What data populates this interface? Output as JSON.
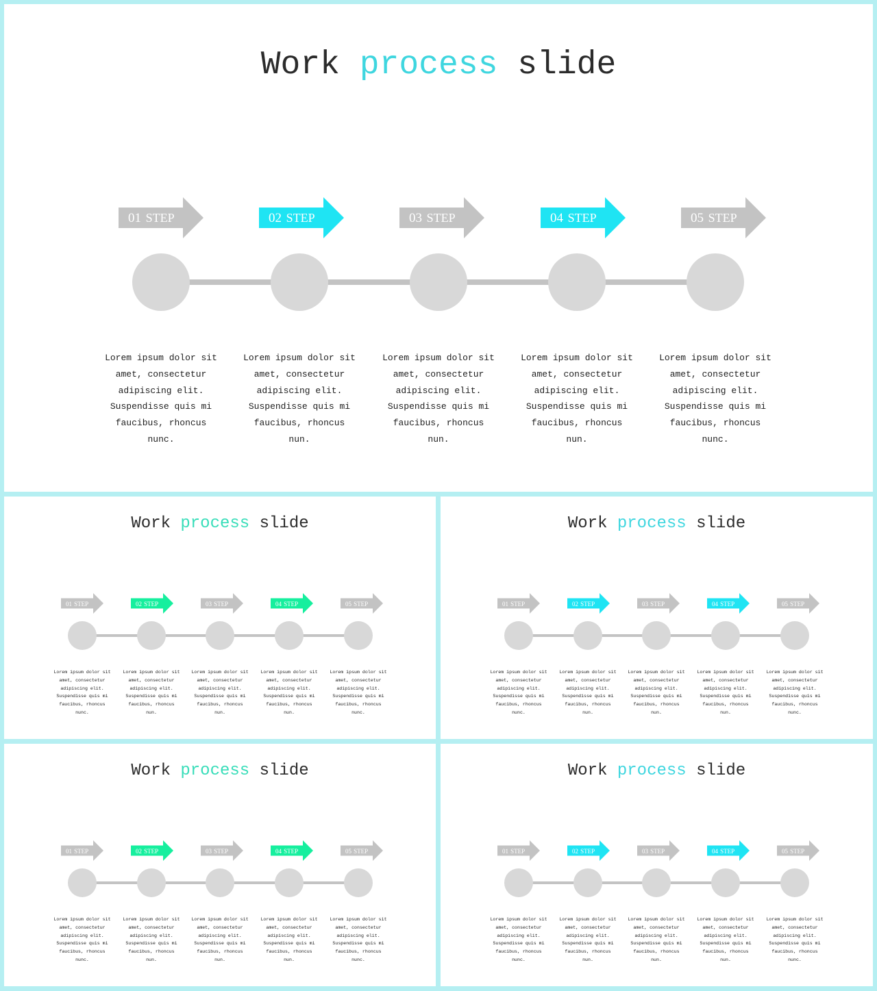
{
  "colors": {
    "gray_arrow": "#c3c3c3",
    "cyan": "#1fe4f3",
    "green": "#16ef9e",
    "title_cyan": "#3fd6df",
    "title_green": "#38ddb9",
    "circle": "#d8d8d8"
  },
  "slides": [
    {
      "title": {
        "pre": "Work ",
        "highlight": "process",
        "post": " slide"
      },
      "title_accent": "cyan",
      "accent": "cyan",
      "steps": [
        {
          "num": "01",
          "label": "STEP",
          "active": false,
          "text": "Lorem ipsum dolor sit amet, consectetur adipiscing elit. Suspendisse quis mi faucibus, rhoncus nunc."
        },
        {
          "num": "02",
          "label": "STEP",
          "active": true,
          "text": "Lorem ipsum dolor sit amet, consectetur adipiscing elit. Suspendisse quis mi faucibus, rhoncus nun."
        },
        {
          "num": "03",
          "label": "STEP",
          "active": false,
          "text": "Lorem ipsum dolor sit amet, consectetur adipiscing elit. Suspendisse quis mi faucibus, rhoncus nun."
        },
        {
          "num": "04",
          "label": "STEP",
          "active": true,
          "text": "Lorem ipsum dolor sit amet, consectetur adipiscing elit. Suspendisse quis mi faucibus, rhoncus nun."
        },
        {
          "num": "05",
          "label": "STEP",
          "active": false,
          "text": "Lorem ipsum dolor sit amet, consectetur adipiscing elit. Suspendisse quis mi faucibus, rhoncus nunc."
        }
      ]
    },
    {
      "title": {
        "pre": "Work ",
        "highlight": "process",
        "post": " slide"
      },
      "title_accent": "green",
      "accent": "green",
      "steps": [
        {
          "num": "01",
          "label": "STEP",
          "active": false,
          "text": "Lorem ipsum dolor sit amet, consectetur adipiscing elit. Suspendisse quis mi faucibus, rhoncus nunc."
        },
        {
          "num": "02",
          "label": "STEP",
          "active": true,
          "text": "Lorem ipsum dolor sit amet, consectetur adipiscing elit. Suspendisse quis mi faucibus, rhoncus nun."
        },
        {
          "num": "03",
          "label": "STEP",
          "active": false,
          "text": "Lorem ipsum dolor sit amet, consectetur adipiscing elit. Suspendisse quis mi faucibus, rhoncus nun."
        },
        {
          "num": "04",
          "label": "STEP",
          "active": true,
          "text": "Lorem ipsum dolor sit amet, consectetur adipiscing elit. Suspendisse quis mi faucibus, rhoncus nun."
        },
        {
          "num": "05",
          "label": "STEP",
          "active": false,
          "text": "Lorem ipsum dolor sit amet, consectetur adipiscing elit. Suspendisse quis mi faucibus, rhoncus nunc."
        }
      ]
    },
    {
      "title": {
        "pre": "Work ",
        "highlight": "process",
        "post": " slide"
      },
      "title_accent": "cyan",
      "accent": "cyan",
      "steps": [
        {
          "num": "01",
          "label": "STEP",
          "active": false,
          "text": "Lorem ipsum dolor sit amet, consectetur adipiscing elit. Suspendisse quis mi faucibus, rhoncus nunc."
        },
        {
          "num": "02",
          "label": "STEP",
          "active": true,
          "text": "Lorem ipsum dolor sit amet, consectetur adipiscing elit. Suspendisse quis mi faucibus, rhoncus nun."
        },
        {
          "num": "03",
          "label": "STEP",
          "active": false,
          "text": "Lorem ipsum dolor sit amet, consectetur adipiscing elit. Suspendisse quis mi faucibus, rhoncus nun."
        },
        {
          "num": "04",
          "label": "STEP",
          "active": true,
          "text": "Lorem ipsum dolor sit amet, consectetur adipiscing elit. Suspendisse quis mi faucibus, rhoncus nun."
        },
        {
          "num": "05",
          "label": "STEP",
          "active": false,
          "text": "Lorem ipsum dolor sit amet, consectetur adipiscing elit. Suspendisse quis mi faucibus, rhoncus nunc."
        }
      ]
    },
    {
      "title": {
        "pre": "Work ",
        "highlight": "process",
        "post": " slide"
      },
      "title_accent": "green",
      "accent": "green",
      "steps": [
        {
          "num": "01",
          "label": "STEP",
          "active": false,
          "text": "Lorem ipsum dolor sit amet, consectetur adipiscing elit. Suspendisse quis mi faucibus, rhoncus nunc."
        },
        {
          "num": "02",
          "label": "STEP",
          "active": true,
          "text": "Lorem ipsum dolor sit amet, consectetur adipiscing elit. Suspendisse quis mi faucibus, rhoncus nun."
        },
        {
          "num": "03",
          "label": "STEP",
          "active": false,
          "text": "Lorem ipsum dolor sit amet, consectetur adipiscing elit. Suspendisse quis mi faucibus, rhoncus nun."
        },
        {
          "num": "04",
          "label": "STEP",
          "active": true,
          "text": "Lorem ipsum dolor sit amet, consectetur adipiscing elit. Suspendisse quis mi faucibus, rhoncus nun."
        },
        {
          "num": "05",
          "label": "STEP",
          "active": false,
          "text": "Lorem ipsum dolor sit amet, consectetur adipiscing elit. Suspendisse quis mi faucibus, rhoncus nunc."
        }
      ]
    },
    {
      "title": {
        "pre": "Work ",
        "highlight": "process",
        "post": " slide"
      },
      "title_accent": "cyan",
      "accent": "cyan",
      "steps": [
        {
          "num": "01",
          "label": "STEP",
          "active": false,
          "text": "Lorem ipsum dolor sit amet, consectetur adipiscing elit. Suspendisse quis mi faucibus, rhoncus nunc."
        },
        {
          "num": "02",
          "label": "STEP",
          "active": true,
          "text": "Lorem ipsum dolor sit amet, consectetur adipiscing elit. Suspendisse quis mi faucibus, rhoncus nun."
        },
        {
          "num": "03",
          "label": "STEP",
          "active": false,
          "text": "Lorem ipsum dolor sit amet, consectetur adipiscing elit. Suspendisse quis mi faucibus, rhoncus nun."
        },
        {
          "num": "04",
          "label": "STEP",
          "active": true,
          "text": "Lorem ipsum dolor sit amet, consectetur adipiscing elit. Suspendisse quis mi faucibus, rhoncus nun."
        },
        {
          "num": "05",
          "label": "STEP",
          "active": false,
          "text": "Lorem ipsum dolor sit amet, consectetur adipiscing elit. Suspendisse quis mi faucibus, rhoncus nunc."
        }
      ]
    }
  ]
}
